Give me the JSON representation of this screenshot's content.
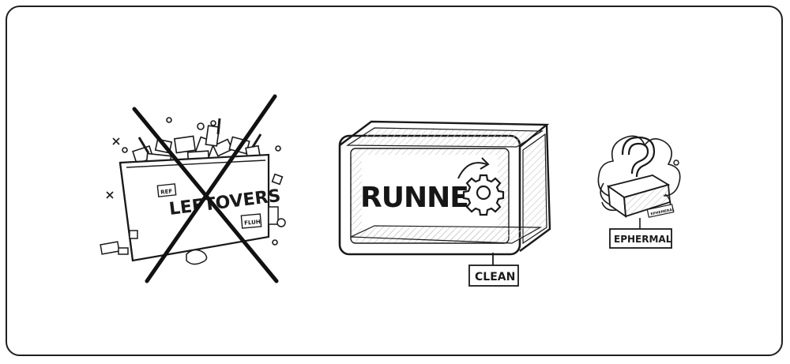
{
  "panel": {
    "left": {
      "box_label": "LEFTOVERS",
      "tag_top": "REF",
      "tag_side": "FLUH"
    },
    "center": {
      "title": "RUNNER",
      "tag": "CLEAN"
    },
    "right": {
      "tag": "EPHERMAL",
      "mini_tag": "EPHEMERAL"
    }
  },
  "colors": {
    "ink": "#1a1a1a",
    "frame": "#1f1f1f",
    "hatch": "#c9c9c9",
    "background": "#ffffff"
  },
  "icons": [
    "cross-out-icon",
    "gear-icon",
    "refresh-arrow-icon",
    "smoke-icon",
    "question-mark-icon"
  ]
}
